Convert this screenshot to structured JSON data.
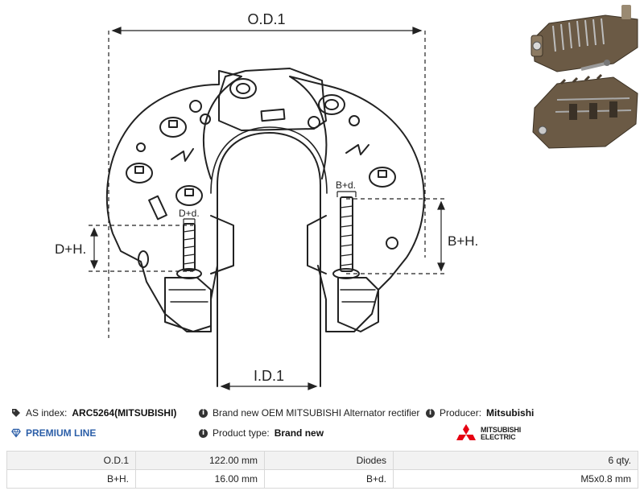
{
  "diagram": {
    "labels": {
      "od": "O.D.1",
      "id": "I.D.1",
      "dh": "D+H.",
      "bh": "B+H.",
      "dd": "D+d.",
      "bd": "B+d."
    }
  },
  "info": {
    "as_index_label": "AS index:",
    "as_index_value": "ARC5264(MITSUBISHI)",
    "description": "Brand new OEM MITSUBISHI Alternator rectifier",
    "producer_label": "Producer:",
    "producer_value": "Mitsubishi",
    "premium_line": "PREMIUM LINE",
    "product_type_label": "Product type:",
    "product_type_value": "Brand new",
    "brand_logo_line1": "MITSUBISHI",
    "brand_logo_line2": "ELECTRIC"
  },
  "specs": [
    {
      "label1": "O.D.1",
      "value1": "122.00 mm",
      "label2": "Diodes",
      "value2": "6 qty."
    },
    {
      "label1": "B+H.",
      "value1": "16.00 mm",
      "label2": "B+d.",
      "value2": "M5x0.8 mm"
    }
  ],
  "colors": {
    "premium": "#2c5fa8",
    "logo_red": "#e60012",
    "part_brown": "#6b5a45"
  },
  "icons": {
    "as_index": "tag-icon",
    "info": "info-circle-icon",
    "premium": "diamond-icon"
  }
}
